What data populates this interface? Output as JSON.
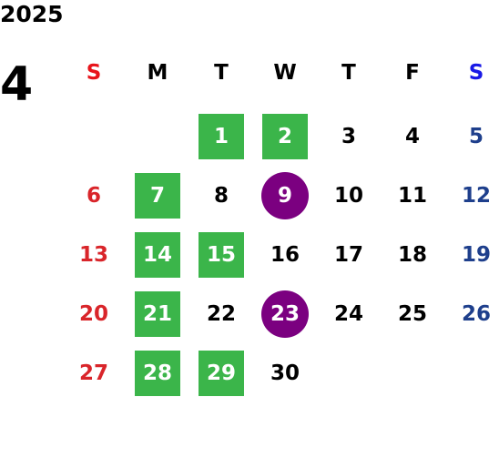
{
  "calendar": {
    "year": "2025",
    "month": "4",
    "weekdays": [
      "S",
      "M",
      "T",
      "W",
      "T",
      "F",
      "S"
    ],
    "weeks": [
      [
        "",
        "",
        "1",
        "2",
        "3",
        "4",
        "5"
      ],
      [
        "6",
        "7",
        "8",
        "9",
        "10",
        "11",
        "12"
      ],
      [
        "13",
        "14",
        "15",
        "16",
        "17",
        "18",
        "19"
      ],
      [
        "20",
        "21",
        "22",
        "23",
        "24",
        "25",
        "26"
      ],
      [
        "27",
        "28",
        "29",
        "30",
        "",
        "",
        ""
      ]
    ],
    "green_days": [
      "1",
      "2",
      "7",
      "14",
      "15",
      "21",
      "28",
      "29"
    ],
    "purple_days": [
      "9",
      "23"
    ]
  },
  "colors": {
    "sunday_header": "#e8141b",
    "saturday_header": "#1a1ae6",
    "sunday_date": "#d9252a",
    "saturday_date": "#1e3f8c",
    "weekday": "#000000",
    "green_highlight": "#3bb54a",
    "purple_highlight": "#7b0080"
  }
}
